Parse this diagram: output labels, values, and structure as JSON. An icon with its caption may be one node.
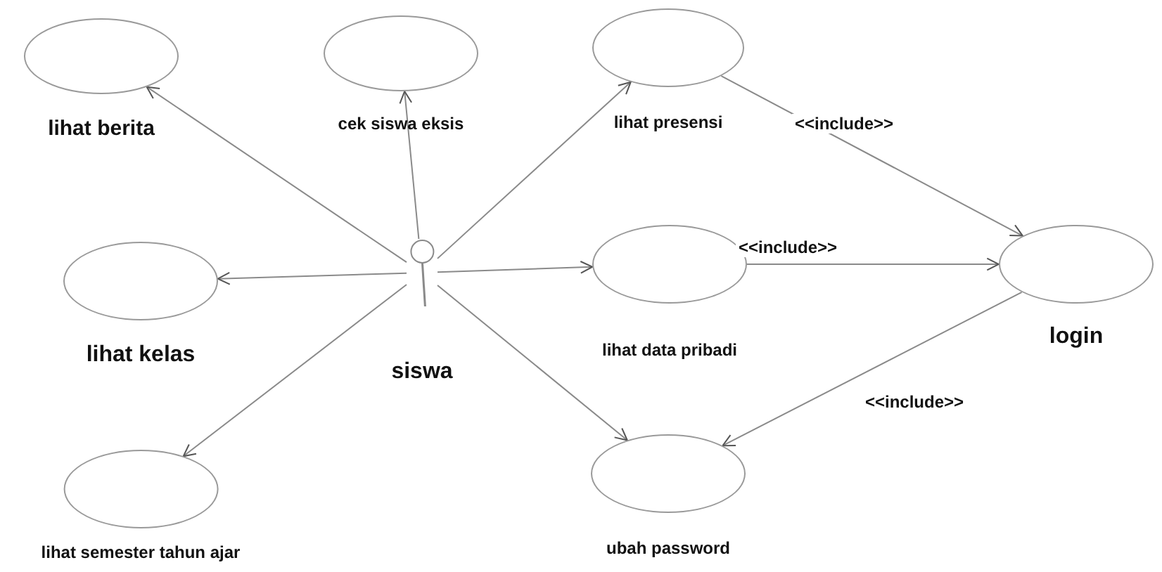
{
  "diagram": {
    "nodes": [
      {
        "text": [
          "lihat berita"
        ]
      },
      {
        "text": [
          "cek siswa eksis"
        ]
      },
      {
        "text": [
          "lihat presensi"
        ]
      },
      {
        "text": [
          "siswa"
        ]
      },
      {
        "text": [
          "lihat kelas"
        ]
      },
      {
        "text": [
          "lihat data pribadi"
        ]
      },
      {
        "text": [
          "login"
        ]
      },
      {
        "text": [
          "lihat semester tahun ajar"
        ]
      },
      {
        "text": [
          "ubah password"
        ]
      }
    ],
    "edges": [
      {
        "from": 3,
        "to": 0,
        "arrow": "to"
      },
      {
        "from": 3,
        "to": 1,
        "arrow": "to"
      },
      {
        "from": 3,
        "to": 2,
        "arrow": "to"
      },
      {
        "from": 3,
        "to": 4,
        "arrow": "to"
      },
      {
        "from": 3,
        "to": 5,
        "arrow": "to"
      },
      {
        "from": 3,
        "to": 7,
        "arrow": "to"
      },
      {
        "from": 3,
        "to": 8,
        "arrow": "to"
      },
      {
        "from": 2,
        "to": 6,
        "label": "<<include>>",
        "arrow": "to"
      },
      {
        "from": 5,
        "to": 6,
        "label": "<<include>>",
        "arrow": "to"
      },
      {
        "from": 6,
        "to": 8,
        "label": "<<include>>",
        "arrow": "to"
      }
    ]
  }
}
